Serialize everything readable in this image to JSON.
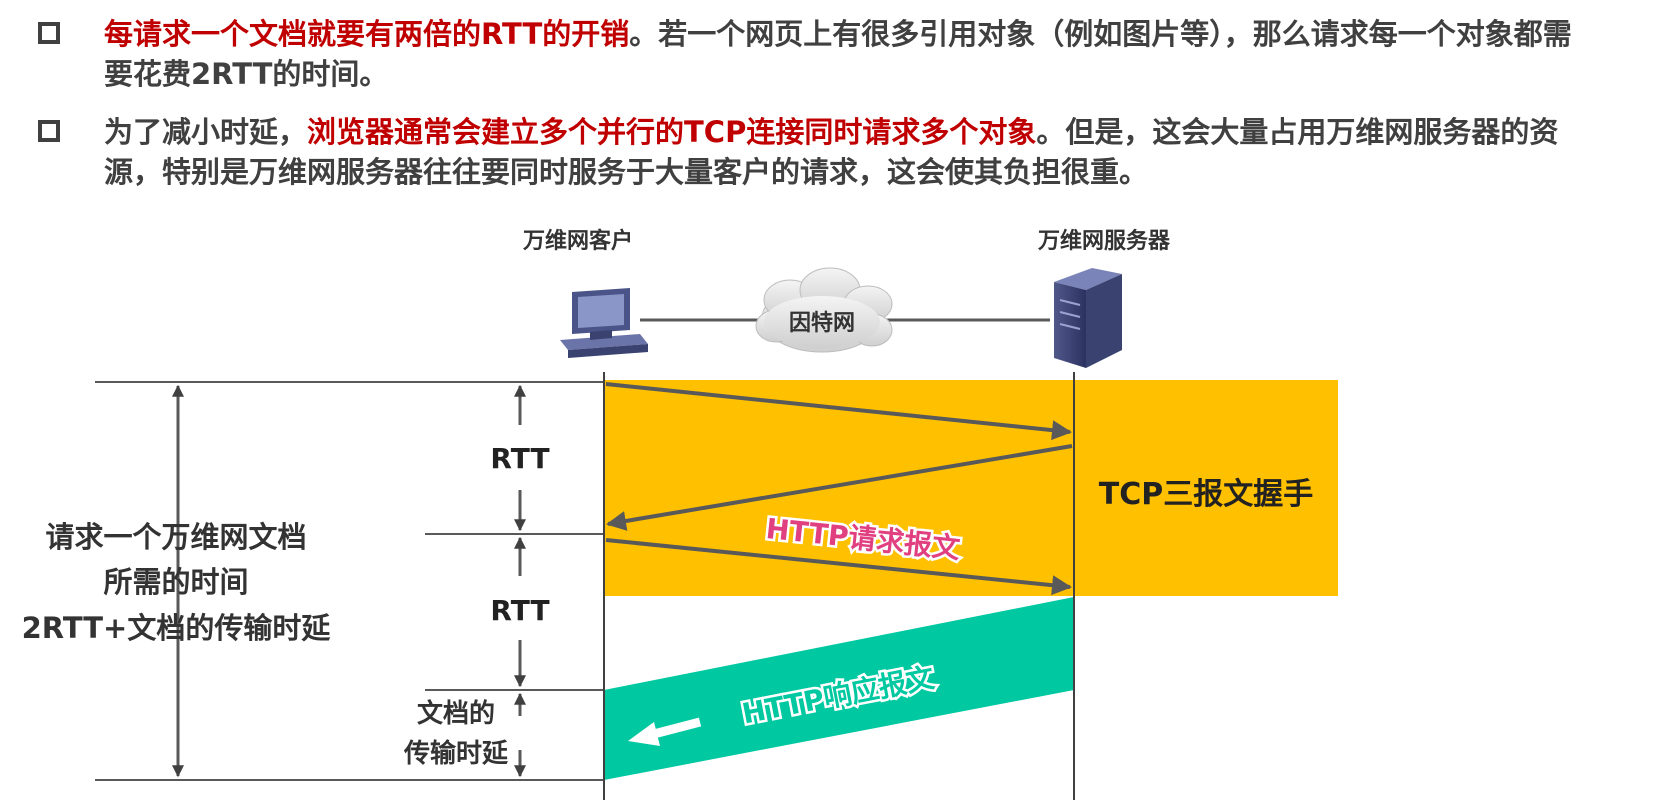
{
  "bullets": [
    {
      "highlight": "每请求一个文档就要有两倍的RTT的开销",
      "rest": "。若一个网页上有很多引用对象（例如图片等），那么请求每一个对象都需要花费2RTT的时间。"
    },
    {
      "prefix": "为了减小时延，",
      "highlight": "浏览器通常会建立多个并行的TCP连接同时请求多个对象",
      "rest": "。但是，这会大量占用万维网服务器的资源，特别是万维网服务器往往要同时服务于大量客户的请求，这会使其负担很重。"
    }
  ],
  "diagram": {
    "client_label": "万维网客户",
    "server_label": "万维网服务器",
    "network_label": "因特网",
    "rtt1_label": "RTT",
    "rtt2_label": "RTT",
    "transfer_label_line1": "文档的",
    "transfer_label_line2": "传输时延",
    "total_label_line1": "请求一个万维网文档",
    "total_label_line2": "所需的时间",
    "total_label_line3": "2RTT+文档的传输时延",
    "handshake_label": "TCP三报文握手",
    "request_label": "HTTP请求报文",
    "response_label": "HTTP响应报文",
    "colors": {
      "handshake_band": "#ffc000",
      "response_band": "#00c8a0",
      "highlight_text": "#c00000",
      "request_text": "#e0407f"
    }
  }
}
